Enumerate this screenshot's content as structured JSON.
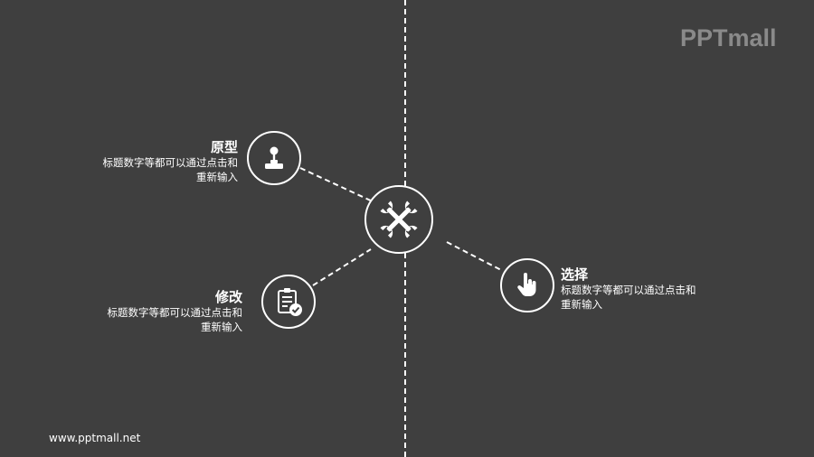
{
  "brand": {
    "logo_text": "PPTmall",
    "url": "www.pptmall.net"
  },
  "items": [
    {
      "title": "原型",
      "desc_line1": "标题数字等都可以通过点击和",
      "desc_line2": "重新输入",
      "icon": "joystick-icon"
    },
    {
      "title": "修改",
      "desc_line1": "标题数字等都可以通过点击和",
      "desc_line2": "重新输入",
      "icon": "clipboard-check-icon"
    },
    {
      "title": "选择",
      "desc_line1": "标题数字等都可以通过点击和",
      "desc_line2": "重新输入",
      "icon": "hand-pointer-icon"
    }
  ],
  "center": {
    "icon": "crossed-wrenches-icon"
  },
  "colors": {
    "background": "#3f3f3f",
    "foreground": "#ffffff",
    "logo": "#8a8a8a"
  }
}
